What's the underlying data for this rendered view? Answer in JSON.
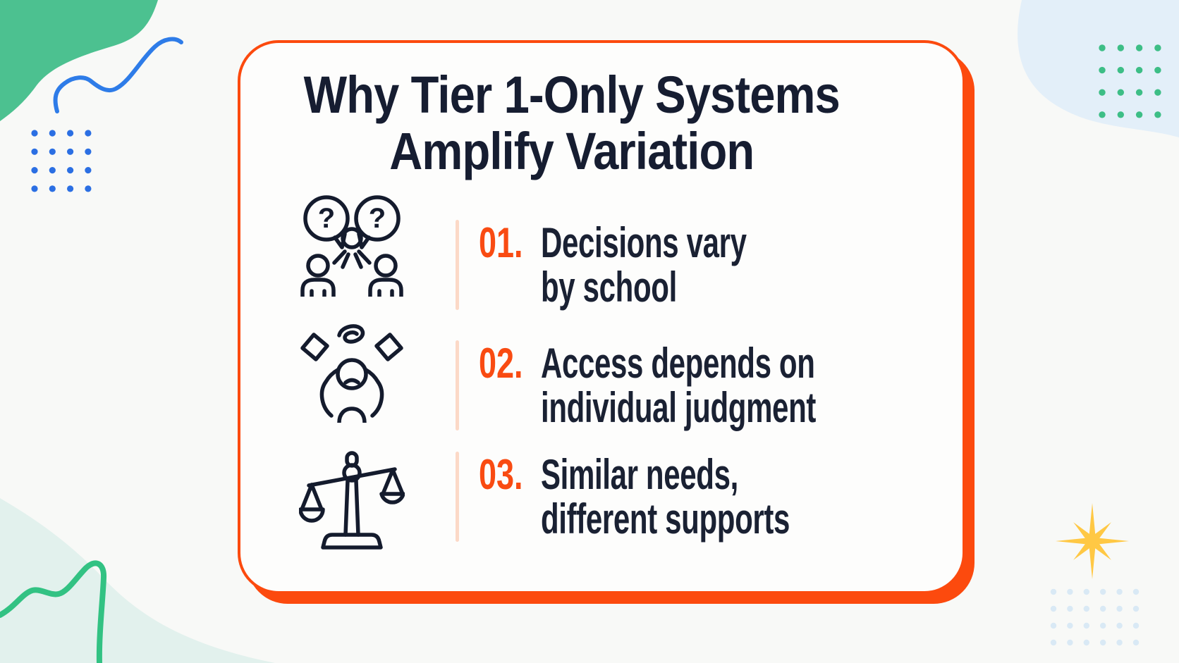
{
  "page": {
    "background": "#F8F9F7"
  },
  "card": {
    "title": "Why Tier 1-Only Systems\nAmplify Variation",
    "border_color": "#FC4A0E",
    "background": "#FDFDFC"
  },
  "items": [
    {
      "number": "01.",
      "text": "Decisions vary\nby school",
      "icon": "people-questions-icon"
    },
    {
      "number": "02.",
      "text": "Access depends on\nindividual judgment",
      "icon": "frustrated-person-icon"
    },
    {
      "number": "03.",
      "text": "Similar needs,\ndifferent supports",
      "icon": "balance-scale-icon"
    }
  ],
  "colors": {
    "accent_orange": "#FC4A0E",
    "number_orange": "#F94B12",
    "divider_peach": "#FCD9C7",
    "heading_navy": "#161D31",
    "body_navy": "#1A2133",
    "icon_stroke_navy": "#141B2D",
    "deco_green": "#4CC190",
    "deco_blue": "#2E7CE8",
    "deco_green_dots": "#3DBE86",
    "deco_light_blue_blob": "#E3EFF9",
    "deco_mint_blob": "#E2F1ED",
    "deco_green_squiggle": "#32C283",
    "deco_yellow_star": "#FFC844",
    "deco_light_blue_dots": "#D9E9F5"
  },
  "decorations": [
    "green-blob-top-left",
    "blue-squiggle",
    "blue-dots-grid",
    "light-blue-blob-top-right",
    "green-dots-grid",
    "yellow-star",
    "light-blue-dots-grid",
    "mint-blob-bottom-left",
    "green-squiggle"
  ]
}
